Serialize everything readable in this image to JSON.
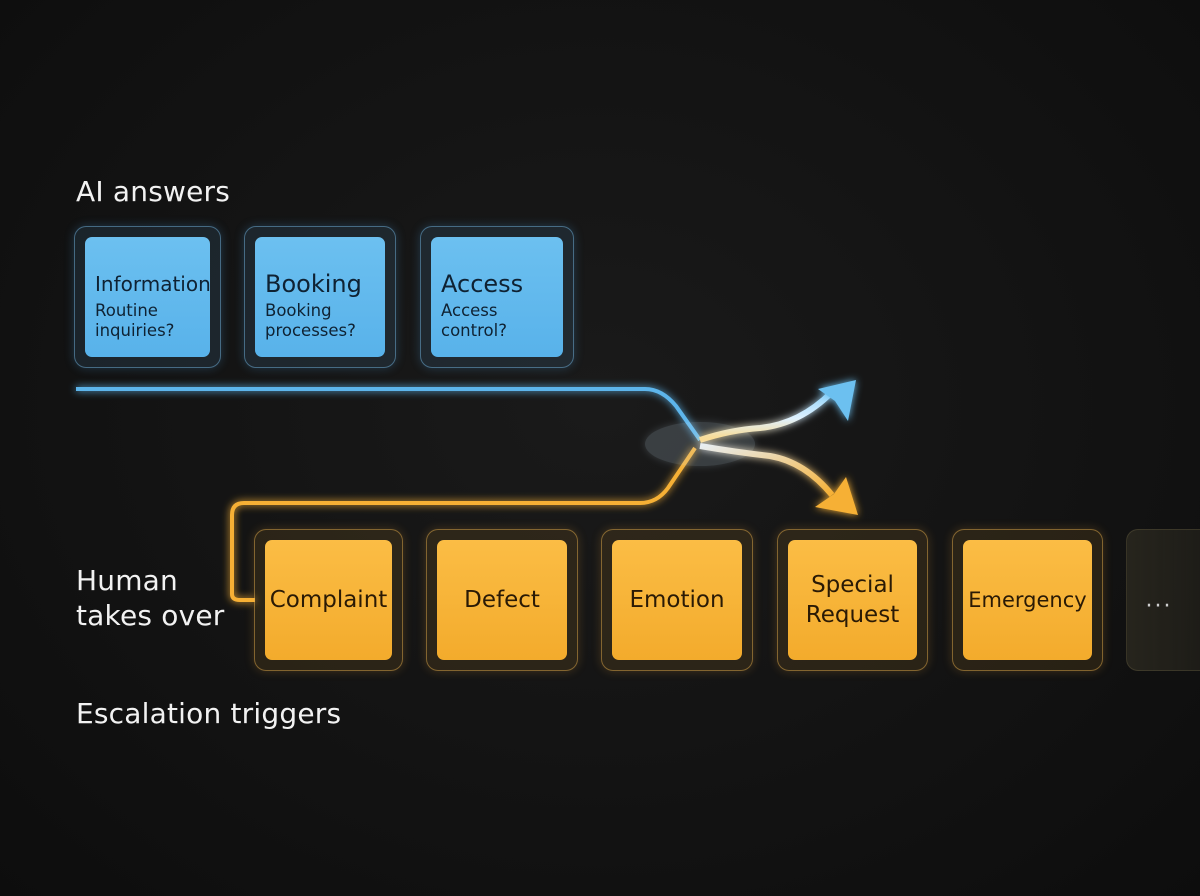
{
  "labels": {
    "ai_answers": "AI answers",
    "human_takes_over": "Human\ntakes over",
    "escalation_triggers": "Escalation triggers"
  },
  "ai_tiles": [
    {
      "title": "Information",
      "subtitle": "Routine\ninquiries?"
    },
    {
      "title": "Booking",
      "subtitle": "Booking\nprocesses?"
    },
    {
      "title": "Access",
      "subtitle": "Access\ncontrol?"
    }
  ],
  "escalation_tiles": [
    {
      "title": "Complaint"
    },
    {
      "title": "Defect"
    },
    {
      "title": "Emotion"
    },
    {
      "title": "Special\nRequest"
    },
    {
      "title": "Emergency"
    }
  ],
  "more_indicator": "...",
  "colors": {
    "ai_blue": "#5db5eb",
    "escalation_orange": "#f6b035",
    "background": "#121212",
    "text": "#f2f2f2"
  }
}
